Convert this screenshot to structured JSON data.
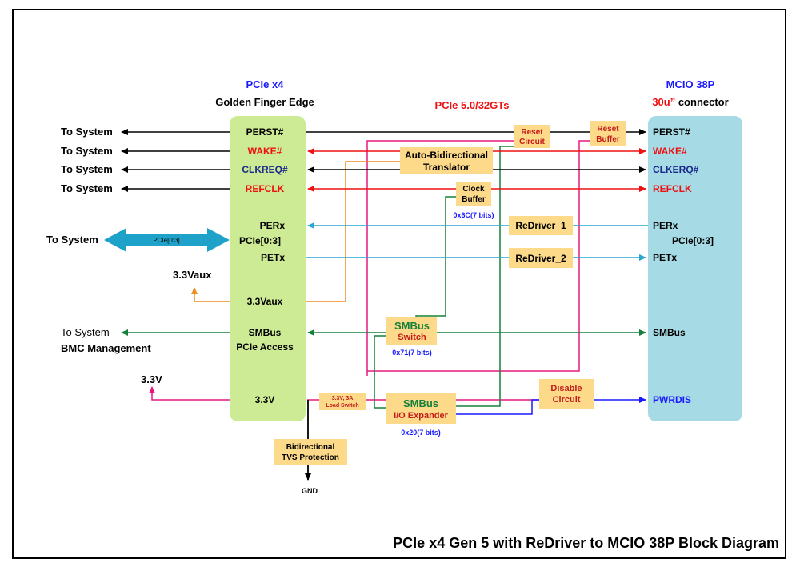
{
  "title": "PCIe x4 Gen 5 with ReDriver to MCIO 38P Block Diagram",
  "left_block": {
    "heading": "PCIe x4",
    "subheading": "Golden Finger Edge",
    "pins": {
      "perst": "PERST#",
      "wake": "WAKE#",
      "clkreq": "CLKREQ#",
      "refclk": "REFCLK",
      "perx": "PERx",
      "pcie_lanes": "PCIe[0:3]",
      "petx": "PETx",
      "vaux": "3.3Vaux",
      "smbus": "SMBus",
      "pcie_access": "PCIe Access",
      "v33": "3.3V"
    }
  },
  "right_block": {
    "heading": "MCIO 38P",
    "subheading_thickness": "30u”",
    "subheading_rest": " connector",
    "pins": {
      "perst": "PERST#",
      "wake": "WAKE#",
      "clkreq": "CLKERQ#",
      "refclk": "REFCLK",
      "perx": "PERx",
      "pcie_lanes": "PCIe[0:3]",
      "petx": "PETx",
      "smbus": "SMBus",
      "pwrdis": "PWRDIS"
    }
  },
  "speed_label": "PCIe 5.0/32GTs",
  "left_labels": {
    "to_system_1": "To System",
    "to_system_2": "To System",
    "to_system_3": "To System",
    "to_system_4": "To System",
    "to_system_bus": "To System",
    "bus_arrow_text": "PCIe[0:3]",
    "vaux": "3.3Vaux",
    "to_system_smbus": "To System",
    "bmc": "BMC Management",
    "v33": "3.3V"
  },
  "components": {
    "reset_circuit": [
      "Reset",
      "Circuit"
    ],
    "reset_buffer": [
      "Reset",
      "Buffer"
    ],
    "translator": [
      "Auto-Bidirectional",
      "Translator"
    ],
    "clock_buffer": [
      "Clock",
      "Buffer"
    ],
    "clock_buffer_addr": "0x6C(7 bits)",
    "redriver_1": "ReDriver_1",
    "redriver_2": "ReDriver_2",
    "smbus_switch": [
      "SMBus",
      "Switch"
    ],
    "smbus_switch_addr": "0x71(7 bits)",
    "io_expander": [
      "SMBus",
      "I/O Expander"
    ],
    "io_expander_addr": "0x20(7 bits)",
    "disable_circuit": [
      "Disable",
      "Circuit"
    ],
    "load_switch": [
      "3.3V, 3A",
      "Load Switch"
    ],
    "tvs": [
      "Bidirectional",
      "TVS Protection"
    ],
    "gnd": "GND"
  },
  "colors": {
    "left_block": "#cdea94",
    "right_block": "#a6dbe6",
    "component": "#fdd98a",
    "black": "#000000",
    "red": "#ee1111",
    "blue_text": "#1a1aff",
    "navy_text": "#1a2a8a",
    "green": "#15803a",
    "cyan": "#2aa6cf",
    "orange": "#ee8c20",
    "magenta": "#e6197e",
    "dark_red_text": "#c41a1a"
  }
}
